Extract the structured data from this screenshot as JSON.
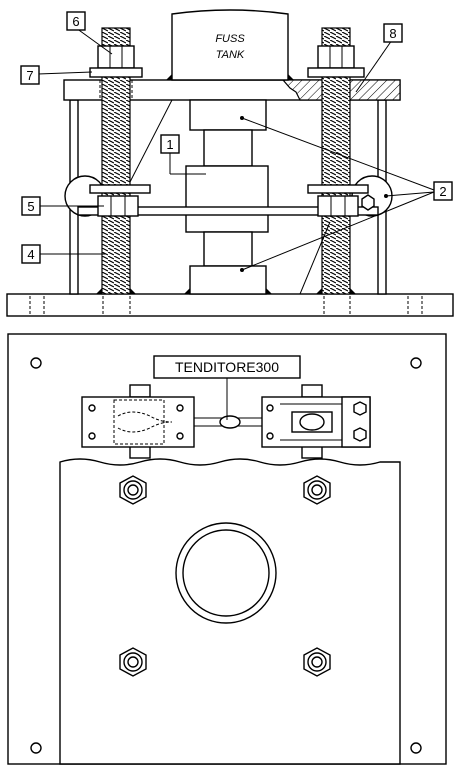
{
  "tank": {
    "line1": "FUSS",
    "line2": "TANK"
  },
  "callouts": {
    "c1": "1",
    "c2": "2",
    "c4": "4",
    "c5": "5",
    "c6": "6",
    "c7": "7",
    "c8": "8"
  },
  "plan": {
    "label": "TENDITORE300"
  },
  "colors": {
    "stroke": "#000000",
    "background": "#ffffff"
  }
}
